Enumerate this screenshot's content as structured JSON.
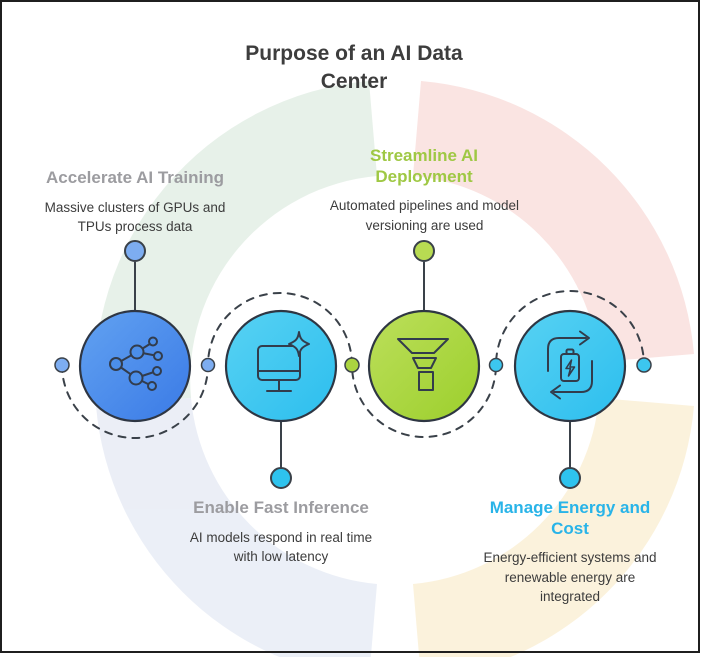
{
  "title": "Purpose of an AI Data Center",
  "colors": {
    "title_text": "#3d3d3d",
    "body_text": "#3c3c3c",
    "muted_heading": "#9c9ca0",
    "green_accent": "#9fc844",
    "cyan_accent": "#29b4e8",
    "blue_circle": "#4a8ceb",
    "cyan_circle": "#3cc5f0",
    "green_circle": "#aad53d",
    "dark_outline": "#333b48",
    "bg_blade_green": "#e4efe7",
    "bg_blade_pink": "#f9e1df",
    "bg_blade_yellow": "#fbf1d8",
    "bg_blade_blue": "#e9edf6"
  },
  "nodes": [
    {
      "id": "accelerate-ai-training",
      "heading": "Accelerate AI Training",
      "description": "Massive clusters of GPUs and TPUs process data",
      "icon": "network-nodes-icon",
      "heading_color": "#9c9ca0",
      "circle_color": "#4a8ceb",
      "label_position": "top"
    },
    {
      "id": "enable-fast-inference",
      "heading": "Enable Fast Inference",
      "description": "AI models respond in real time with low latency",
      "icon": "monitor-sparkle-icon",
      "heading_color": "#9c9ca0",
      "circle_color": "#3cc5f0",
      "label_position": "bottom"
    },
    {
      "id": "streamline-ai-deployment",
      "heading": "Streamline AI Deployment",
      "description": "Automated pipelines and model versioning are used",
      "icon": "funnel-icon",
      "heading_color": "#9fc844",
      "circle_color": "#aad53d",
      "label_position": "top"
    },
    {
      "id": "manage-energy-and-cost",
      "heading": "Manage Energy and Cost",
      "description": "Energy-efficient systems and renewable energy are integrated",
      "icon": "battery-recycle-icon",
      "heading_color": "#29b4e8",
      "circle_color": "#3cc5f0",
      "label_position": "bottom"
    }
  ]
}
